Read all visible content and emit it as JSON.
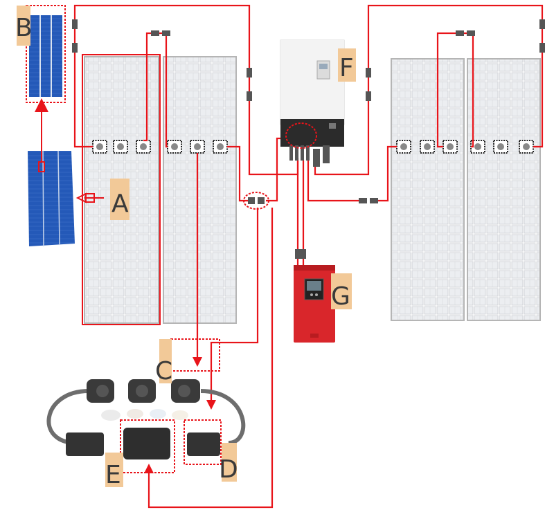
{
  "labels": {
    "a": "A",
    "b": "B",
    "c": "C",
    "d": "D",
    "e": "E",
    "f": "F",
    "g": "G"
  },
  "colors": {
    "wire": "#e8141a",
    "tag_bg": "#f2c998",
    "panel_frame": "#c8c8c8",
    "panel_cell": "#eef0f2",
    "cell_blue": "#1f57b5",
    "controller_red": "#d9262b",
    "inverter_body": "#f4f4f4",
    "cable_gray": "#6d6d6d"
  },
  "icons": {
    "solar_panel": "solar-panel-icon",
    "solar_cell": "solar-cell-icon",
    "inverter": "inverter-icon",
    "controller": "rapid-shutdown-controller-icon",
    "connector": "mc4-connector-icon",
    "junction_box": "junction-box-icon"
  }
}
